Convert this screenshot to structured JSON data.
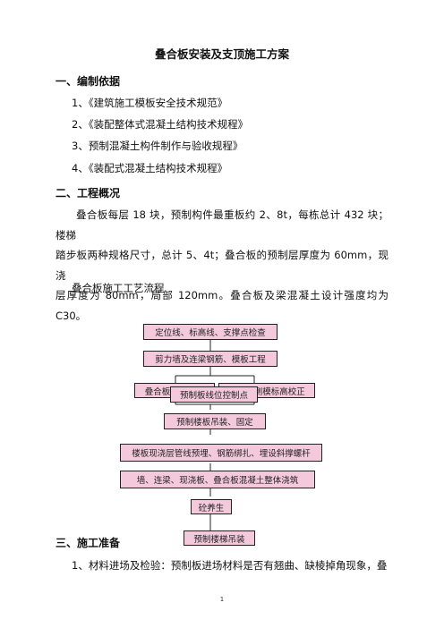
{
  "title": "叠合板安装及支顶施工方案",
  "sections": {
    "s1": {
      "heading": "一、编制依据",
      "items": [
        "1、《建筑施工模板安全技术规范》",
        "2、《装配整体式混凝土结构技术规程》",
        "3、预制混凝土构件制作与验收规程》",
        "4、《装配式混凝土结构技术规程》"
      ]
    },
    "s2": {
      "heading": "二、工程概况",
      "lines": [
        "叠合板每层 18 块，预制构件最重板约 2、8t，每栋总计 432 块；楼梯",
        "踏步板两种规格尺寸，总计  5、4t；叠合板的预制层厚度为 60mm，现浇",
        "层厚度为 80mm，局部 120mm。叠合板及梁混凝土设计强度均为 C30。"
      ],
      "flow_caption": "叠合板施工工艺流程"
    },
    "s3": {
      "heading": "三、施工准备",
      "item1": "1、材料进场及检验：预制板进场材料是否有翘曲、缺棱掉角现象，叠"
    }
  },
  "flow": {
    "step1": "定位线、标高线、支撑点检查",
    "step2": "剪力墙及连梁钢筋、模板工程",
    "step3a": "叠合板底支撑架",
    "step3b": "墙、梁侧模标高校正",
    "step4": "预制板线位控制点",
    "step5": "预制楼板吊装、固定",
    "step6": "楼板现浇层管线预埋、钢筋绑扎、埋设斜撑螺杆",
    "step7": "墙、连梁、现浇板、叠合板混凝土整体浇筑",
    "step8": "砼养生",
    "step9": "预制楼梯吊装"
  },
  "page_number": "1"
}
